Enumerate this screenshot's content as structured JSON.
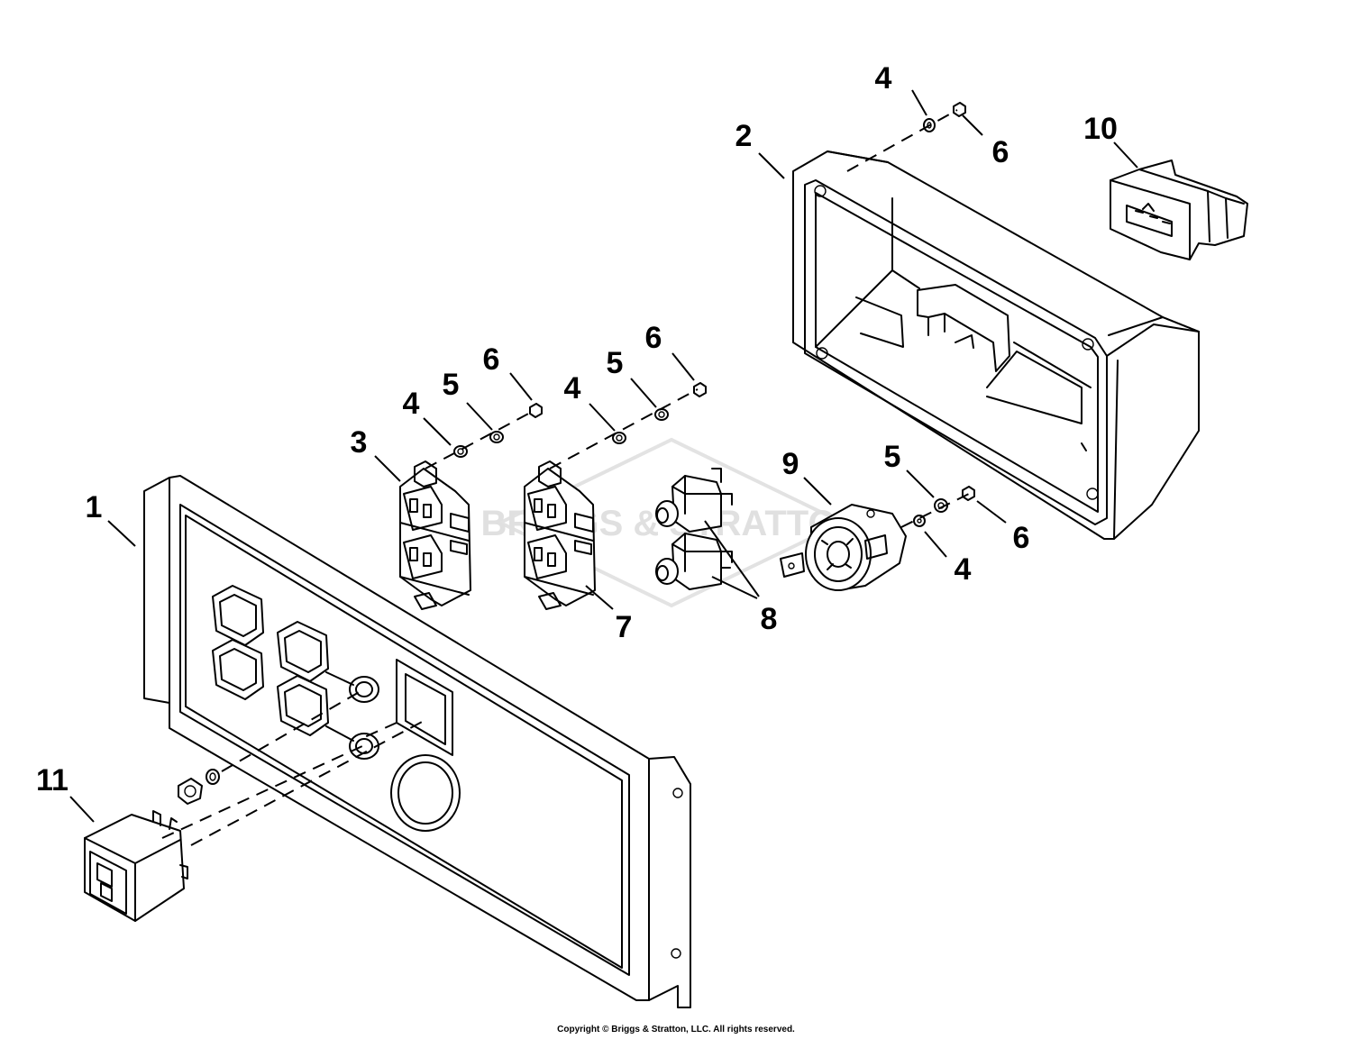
{
  "watermark": {
    "text": "BRIGGS & STRATTON"
  },
  "callouts": {
    "c1": "1",
    "c2": "2",
    "c3": "3",
    "c4a": "4",
    "c4b": "4",
    "c4c": "4",
    "c4d": "4",
    "c5a": "5",
    "c5b": "5",
    "c5c": "5",
    "c6a": "6",
    "c6b": "6",
    "c6c": "6",
    "c6d": "6",
    "c7": "7",
    "c8": "8",
    "c9": "9",
    "c10": "10",
    "c11": "11"
  },
  "copyright": "Copyright © Briggs & Stratton, LLC. All rights reserved."
}
